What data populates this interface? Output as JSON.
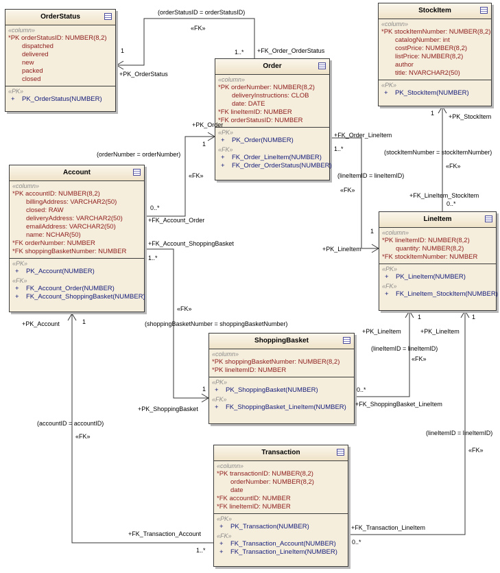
{
  "tables": {
    "orderstatus": {
      "name": "OrderStatus",
      "sections": [
        {
          "stereotype": "«column»",
          "rows": [
            {
              "kind": "key",
              "text": "*PK  orderStatusID:  NUMBER(8,2)"
            },
            {
              "kind": "col",
              "text": "dispatched"
            },
            {
              "kind": "col",
              "text": "delivered"
            },
            {
              "kind": "col",
              "text": "new"
            },
            {
              "kind": "col",
              "text": "packed"
            },
            {
              "kind": "col",
              "text": "closed"
            }
          ]
        },
        {
          "stereotype": "«PK»",
          "rows": [
            {
              "kind": "op",
              "marker": "+",
              "text": "PK_OrderStatus(NUMBER)"
            }
          ]
        }
      ]
    },
    "order": {
      "name": "Order",
      "sections": [
        {
          "stereotype": "«column»",
          "rows": [
            {
              "kind": "key",
              "text": "*PK  orderNumber:  NUMBER(8,2)"
            },
            {
              "kind": "col",
              "text": "deliveryInstructions:  CLOB"
            },
            {
              "kind": "col",
              "text": "date:  DATE"
            },
            {
              "kind": "key",
              "text": "*FK  lineItemID:  NUMBER"
            },
            {
              "kind": "key",
              "text": "*FK  orderStatusID:  NUMBER"
            }
          ]
        },
        {
          "stereotype": "«PK»",
          "rows": [
            {
              "kind": "op",
              "marker": "+",
              "text": "PK_Order(NUMBER)"
            }
          ],
          "sub": {
            "stereotype": "«FK»",
            "rows": [
              {
                "kind": "op",
                "marker": "+",
                "text": "FK_Order_LineItem(NUMBER)"
              },
              {
                "kind": "op",
                "marker": "+",
                "text": "FK_Order_OrderStatus(NUMBER)"
              }
            ]
          }
        }
      ]
    },
    "stockitem": {
      "name": "StockItem",
      "sections": [
        {
          "stereotype": "«column»",
          "rows": [
            {
              "kind": "key",
              "text": "*PK  stockItemNumber:  NUMBER(8,2)"
            },
            {
              "kind": "col",
              "text": "catalogNumber:  int"
            },
            {
              "kind": "col",
              "text": "costPrice:  NUMBER(8,2)"
            },
            {
              "kind": "col",
              "text": "listPrice:  NUMBER(8,2)"
            },
            {
              "kind": "col",
              "text": "author"
            },
            {
              "kind": "col",
              "text": "title:  NVARCHAR2(50)"
            }
          ]
        },
        {
          "stereotype": "«PK»",
          "rows": [
            {
              "kind": "op",
              "marker": "+",
              "text": "PK_StockItem(NUMBER)"
            }
          ]
        }
      ]
    },
    "account": {
      "name": "Account",
      "sections": [
        {
          "stereotype": "«column»",
          "rows": [
            {
              "kind": "key",
              "text": "*PK  accountID:  NUMBER(8,2)"
            },
            {
              "kind": "col",
              "text": "billingAddress:  VARCHAR2(50)"
            },
            {
              "kind": "col",
              "text": "closed:  RAW"
            },
            {
              "kind": "col",
              "text": "deliveryAddress:  VARCHAR2(50)"
            },
            {
              "kind": "col",
              "text": "emailAddress:  VARCHAR2(50)"
            },
            {
              "kind": "col",
              "text": "name:  NCHAR(50)"
            },
            {
              "kind": "key",
              "text": "*FK  orderNumber:  NUMBER"
            },
            {
              "kind": "key",
              "text": "*FK  shoppingBasketNumber:  NUMBER"
            }
          ]
        },
        {
          "stereotype": "«PK»",
          "rows": [
            {
              "kind": "op",
              "marker": "+",
              "text": "PK_Account(NUMBER)"
            }
          ],
          "sub": {
            "stereotype": "«FK»",
            "rows": [
              {
                "kind": "op",
                "marker": "+",
                "text": "FK_Account_Order(NUMBER)"
              },
              {
                "kind": "op",
                "marker": "+",
                "text": "FK_Account_ShoppingBasket(NUMBER)"
              }
            ]
          }
        }
      ]
    },
    "lineitem": {
      "name": "LineItem",
      "sections": [
        {
          "stereotype": "«column»",
          "rows": [
            {
              "kind": "key",
              "text": "*PK  lineItemID:  NUMBER(8,2)"
            },
            {
              "kind": "col",
              "text": "quantity:  NUMBER(8,2)"
            },
            {
              "kind": "key",
              "text": "*FK  stockItemNumber:  NUMBER"
            }
          ]
        },
        {
          "stereotype": "«PK»",
          "rows": [
            {
              "kind": "op",
              "marker": "+",
              "text": "PK_LineItem(NUMBER)"
            }
          ],
          "sub": {
            "stereotype": "«FK»",
            "rows": [
              {
                "kind": "op",
                "marker": "+",
                "text": "FK_LineItem_StockItem(NUMBER)"
              }
            ]
          }
        }
      ]
    },
    "shoppingbasket": {
      "name": "ShoppingBasket",
      "sections": [
        {
          "stereotype": "«column»",
          "rows": [
            {
              "kind": "key",
              "text": "*PK  shoppingBasketNumber:  NUMBER(8,2)"
            },
            {
              "kind": "key",
              "text": "*PK  lineItemID:  NUMBER"
            }
          ]
        },
        {
          "stereotype": "«PK»",
          "rows": [
            {
              "kind": "op",
              "marker": "+",
              "text": "PK_ShoppingBasket(NUMBER)"
            }
          ],
          "sub": {
            "stereotype": "«FK»",
            "rows": [
              {
                "kind": "op",
                "marker": "+",
                "text": "FK_ShoppingBasket_LineItem(NUMBER)"
              }
            ]
          }
        }
      ]
    },
    "transaction": {
      "name": "Transaction",
      "sections": [
        {
          "stereotype": "«column»",
          "rows": [
            {
              "kind": "key",
              "text": "*PK  transactionID:  NUMBER(8,2)"
            },
            {
              "kind": "col",
              "text": "orderNumber:  NUMBER(8,2)"
            },
            {
              "kind": "col",
              "text": "date"
            },
            {
              "kind": "key",
              "text": "*FK  accountID:  NUMBER"
            },
            {
              "kind": "key",
              "text": "*FK  lineItemID:  NUMBER"
            }
          ]
        },
        {
          "stereotype": "«PK»",
          "rows": [
            {
              "kind": "op",
              "marker": "+",
              "text": "PK_Transaction(NUMBER)"
            }
          ],
          "sub": {
            "stereotype": "«FK»",
            "rows": [
              {
                "kind": "op",
                "marker": "+",
                "text": "FK_Transaction_Account(NUMBER)"
              },
              {
                "kind": "op",
                "marker": "+",
                "text": "FK_Transaction_LineItem(NUMBER)"
              }
            ]
          }
        }
      ]
    }
  },
  "labels": {
    "order_orderstatus_join": "(orderStatusID = orderStatusID)",
    "order_orderstatus_fk": "«FK»",
    "order_orderstatus_one": "1",
    "order_orderstatus_many": "1..*",
    "order_orderstatus_fkname": "+FK_Order_OrderStatus",
    "order_orderstatus_pkname": "+PK_OrderStatus",
    "stockitem_pk": "+PK_StockItem",
    "stockitem_one": "1",
    "stockitem_join": "(stockItemNumber = stockItemNumber)",
    "stockitem_fk": "«FK»",
    "lineitem_stockitem_fkname": "+FK_LineItem_StockItem",
    "lineitem_stockitem_many": "0..*",
    "account_order_pk": "+PK_Order",
    "account_order_one": "1",
    "account_order_join": "(orderNumber = orderNumber)",
    "account_order_fk": "«FK»",
    "account_order_many": "0..*",
    "account_order_fkname": "+FK_Account_Order",
    "order_lineitem_fkname": "+FK_Order_LineItem",
    "order_lineitem_many": "1..*",
    "order_lineitem_join": "(lineItemID = lineItemID)",
    "order_lineitem_fk": "«FK»",
    "order_lineitem_pkname": "+PK_LineItem",
    "order_lineitem_one": "1",
    "account_sb_fkname": "+FK_Account_ShoppingBasket",
    "account_sb_many": "1..*",
    "account_sb_fk": "«FK»",
    "account_sb_join": "(shoppingBasketNumber = shoppingBasketNumber)",
    "account_sb_pkname": "+PK_ShoppingBasket",
    "account_sb_one": "1",
    "account_pk": "+PK_Account",
    "account_one": "1",
    "trans_account_join": "(accountID = accountID)",
    "trans_account_fk": "«FK»",
    "trans_account_fkname": "+FK_Transaction_Account",
    "trans_account_many": "1..*",
    "sb_li_pk1": "+PK_LineItem",
    "sb_li_pk2": "+PK_LineItem",
    "sb_li_one1": "1",
    "sb_li_one2": "1",
    "sb_li_join": "(lineItemID = lineItemID)",
    "sb_li_fk": "«FK»",
    "sb_li_many": "0..*",
    "sb_li_fkname": "+FK_ShoppingBasket_LineItem",
    "trans_li_join": "(lineItemID = lineItemID)",
    "trans_li_fk": "«FK»",
    "trans_li_fkname": "+FK_Transaction_LineItem",
    "trans_li_many": "0..*"
  }
}
